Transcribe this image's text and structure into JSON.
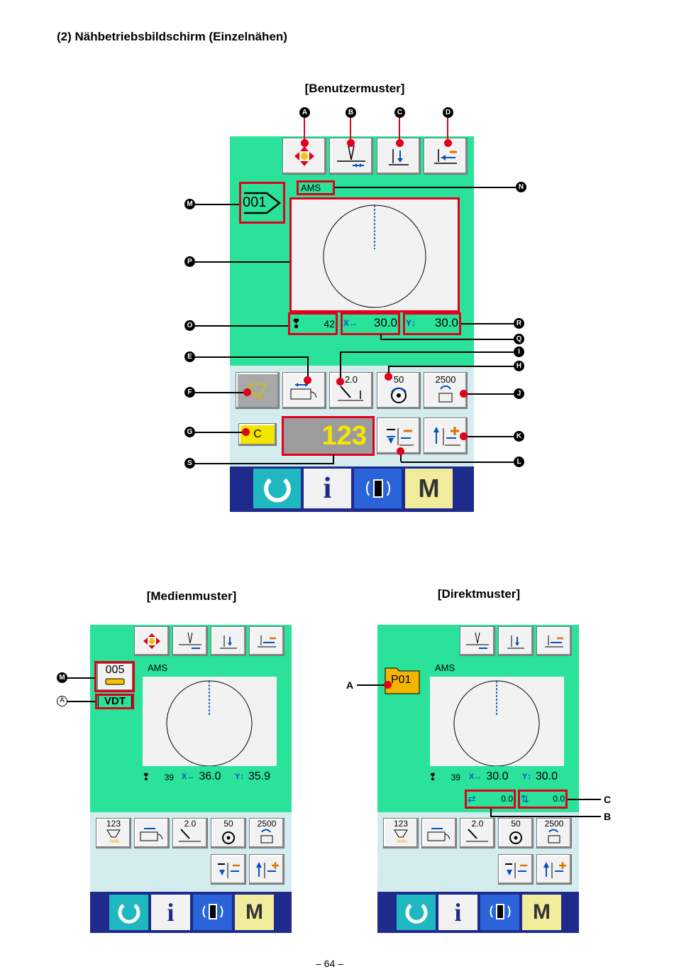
{
  "section_title": "(2) Nähbetriebsbildschirm (Einzelnähen)",
  "captions": {
    "user": "[Benutzermuster]",
    "media": "[Medienmuster]",
    "direct": "[Direktmuster]"
  },
  "user": {
    "pattern_no": "001",
    "ams": "AMS",
    "stitch_count": "42",
    "x_scale": "30.0",
    "y_scale": "30.0",
    "counter": "123",
    "thread_tension": "2.0",
    "speed_small": "50",
    "speed": "2500",
    "clear_label": "C"
  },
  "media": {
    "pattern_no": "005",
    "vdt": "VDT",
    "ams": "AMS",
    "stitch_count": "39",
    "x_scale": "36.0",
    "y_scale": "35.9",
    "counter_small": "123",
    "thread_tension": "2.0",
    "speed_small": "50",
    "speed": "2500"
  },
  "direct": {
    "pattern_no": "P01",
    "ams": "AMS",
    "stitch_count": "39",
    "x_scale": "30.0",
    "y_scale": "30.0",
    "x_move": "0.0",
    "y_move": "0.0",
    "counter_small": "123",
    "thread_tension": "2.0",
    "speed_small": "50",
    "speed": "2500"
  },
  "callouts": {
    "A": "A",
    "B": "B",
    "C": "C",
    "D": "D",
    "E": "E",
    "F": "F",
    "G": "G",
    "H": "H",
    "I": "I",
    "J": "J",
    "K": "K",
    "L": "L",
    "M": "M",
    "N": "N",
    "O": "O",
    "P": "P",
    "Q": "Q",
    "R": "R",
    "S": "S",
    "circledA": "A",
    "plainA": "A",
    "plainB": "B",
    "plainC": "C"
  },
  "icons": [
    "origin-move-icon",
    "thread-clamp-icon",
    "presser-down-icon",
    "step-back-icon",
    "winder-icon",
    "thread-tension-icon",
    "speed-icon",
    "counter-change-icon",
    "minus-counter-icon",
    "plus-counter-icon",
    "ready-icon",
    "info-icon",
    "communication-icon",
    "mode-icon"
  ],
  "colors": {
    "panel": "#2ae29a",
    "lower": "#d4ecee",
    "nav": "#1e2a8c",
    "callout_red": "#e0001b",
    "counter_yellow": "#f5e600"
  },
  "page_number": "– 64 –"
}
